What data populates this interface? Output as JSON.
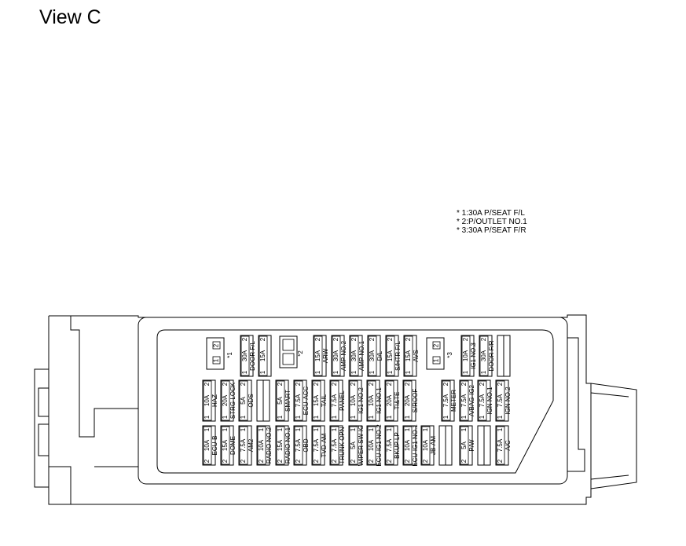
{
  "title": "View C",
  "notes": [
    "* 1:30A P/SEAT F/L",
    "* 2:P/OUTLET NO.1",
    "* 3:30A P/SEAT F/R"
  ],
  "relays": {
    "r1": {
      "pins": [
        "2",
        "1"
      ],
      "mark": "*1"
    },
    "r2": {
      "mark": "*2"
    },
    "r3": {
      "pins": [
        "2",
        "1"
      ],
      "mark": "*3"
    }
  },
  "row1": [
    {
      "slot": "u1",
      "left": "1",
      "amp": "30A",
      "right": "2",
      "name": "DOOR F/L"
    },
    {
      "slot": "u2",
      "left": "1",
      "amp": "15A",
      "right": "2",
      "name": ""
    },
    {
      "slot": "u3",
      "left": "1",
      "amp": "15A",
      "right": "2",
      "name": "ARW"
    },
    {
      "slot": "u4",
      "left": "1",
      "amp": "30A",
      "right": "2",
      "name": "AMP NO.2"
    },
    {
      "slot": "u5",
      "left": "1",
      "amp": "30A",
      "right": "2",
      "name": "AMP NO.1"
    },
    {
      "slot": "u6",
      "left": "1",
      "amp": "30A",
      "right": "2",
      "name": "D/L"
    },
    {
      "slot": "u7",
      "left": "1",
      "amp": "15A",
      "right": "2",
      "name": "S/HTR F/L"
    },
    {
      "slot": "u8",
      "left": "1",
      "amp": "15A",
      "right": "2",
      "name": "AVS"
    },
    {
      "slot": "u9",
      "left": "1",
      "amp": "10A",
      "right": "2",
      "name": "IG1 NO.3"
    },
    {
      "slot": "u10",
      "left": "1",
      "amp": "30A",
      "right": "2",
      "name": "DOOR F/R"
    },
    {
      "slot": "u11",
      "left": "",
      "amp": "",
      "right": "",
      "name": ""
    }
  ],
  "row2": [
    {
      "slot": "m1",
      "left": "1",
      "amp": "10A",
      "right": "2",
      "name": "HAZ"
    },
    {
      "slot": "m2",
      "left": "1",
      "amp": "20A",
      "right": "2",
      "name": "STRG LOCK"
    },
    {
      "slot": "m3",
      "left": "1",
      "amp": "5A",
      "right": "2",
      "name": "ODS"
    },
    {
      "slot": "m4",
      "left": "",
      "amp": "",
      "right": "",
      "name": ""
    },
    {
      "slot": "m5",
      "left": "1",
      "amp": "5A",
      "right": "2",
      "name": "SMART"
    },
    {
      "slot": "m6",
      "left": "1",
      "amp": "7.5A",
      "right": "2",
      "name": "ECU-ACC"
    },
    {
      "slot": "m7",
      "left": "1",
      "amp": "15A",
      "right": "2",
      "name": "TAIL"
    },
    {
      "slot": "m8",
      "left": "1",
      "amp": "7.5A",
      "right": "2",
      "name": "PANEL"
    },
    {
      "slot": "m9",
      "left": "1",
      "amp": "10A",
      "right": "2",
      "name": "IG1 NO.2"
    },
    {
      "slot": "m10",
      "left": "1",
      "amp": "10A",
      "right": "2",
      "name": "IG1 NO.1"
    },
    {
      "slot": "m11",
      "left": "1",
      "amp": "20A",
      "right": "2",
      "name": "TI&TE"
    },
    {
      "slot": "m12",
      "left": "1",
      "amp": "20A",
      "right": "2",
      "name": "S/ROOF"
    },
    {
      "slot": "m13",
      "left": "1",
      "amp": "7.5A",
      "right": "2",
      "name": "METER"
    },
    {
      "slot": "m14",
      "left": "1",
      "amp": "7.5A",
      "right": "2",
      "name": "A/BAG-IG2"
    },
    {
      "slot": "m15",
      "left": "1",
      "amp": "7.5A",
      "right": "2",
      "name": "IGN NO.1"
    },
    {
      "slot": "m16",
      "left": "1",
      "amp": "7.5A",
      "right": "2",
      "name": "IGN NO.2"
    }
  ],
  "row3": [
    {
      "slot": "l1",
      "left": "2",
      "amp": "10A",
      "right": "1",
      "name": "ECU-B"
    },
    {
      "slot": "l2",
      "left": "2",
      "amp": "15A",
      "right": "1",
      "name": "DOME"
    },
    {
      "slot": "l3",
      "left": "2",
      "amp": "7.5A",
      "right": "1",
      "name": "AM2"
    },
    {
      "slot": "l4",
      "left": "2",
      "amp": "10A",
      "right": "1",
      "name": "RADIO NO.2"
    },
    {
      "slot": "l5",
      "left": "2",
      "amp": "15A",
      "right": "1",
      "name": "RADIO NO.1"
    },
    {
      "slot": "l6",
      "left": "2",
      "amp": "7.5A",
      "right": "1",
      "name": "OBD"
    },
    {
      "slot": "l7",
      "left": "2",
      "amp": "7.5A",
      "right": "1",
      "name": "TVD-AM"
    },
    {
      "slot": "l8",
      "left": "2",
      "amp": "7.5A",
      "right": "1",
      "name": "TRUNK OPN"
    },
    {
      "slot": "l9",
      "left": "2",
      "amp": "5A",
      "right": "1",
      "name": "WIPER SW-IG"
    },
    {
      "slot": "l10",
      "left": "2",
      "amp": "10A",
      "right": "1",
      "name": "ECU-IG1 NO.2"
    },
    {
      "slot": "l11",
      "left": "2",
      "amp": "7.5A",
      "right": "1",
      "name": "BKUP LP"
    },
    {
      "slot": "l12",
      "left": "2",
      "amp": "10A",
      "right": "1",
      "name": "ECU-IG1 NO.1"
    },
    {
      "slot": "l13",
      "left": "2",
      "amp": "10A",
      "right": "1",
      "name": "JB-AM"
    },
    {
      "slot": "l14",
      "left": "",
      "amp": "",
      "right": "",
      "name": ""
    },
    {
      "slot": "l15",
      "left": "2",
      "amp": "5A",
      "right": "1",
      "name": "P/W"
    },
    {
      "slot": "l16",
      "left": "",
      "amp": "",
      "right": "",
      "name": ""
    },
    {
      "slot": "l17",
      "left": "2",
      "amp": "7.5A",
      "right": "1",
      "name": "A/C"
    }
  ]
}
